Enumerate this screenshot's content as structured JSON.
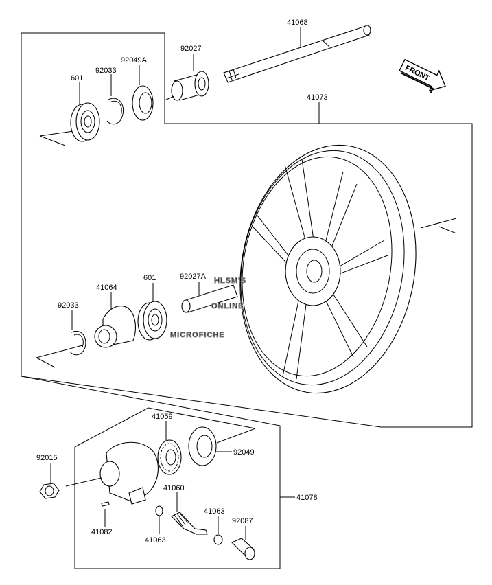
{
  "diagram": {
    "title": "",
    "direction_label": "FRONT",
    "watermark": [
      "HLSM'S",
      "ONLINE",
      "MICROFICHE"
    ],
    "parts": {
      "axle": "41068",
      "wheel": "41073",
      "collar_right": "92027",
      "seal_right": "92049A",
      "circlip_right": "92033",
      "bearing_right": "601",
      "collar_left": "92027A",
      "bearing_left": "601",
      "coupling": "41064",
      "circlip_left": "92033",
      "gear": "41059",
      "seal_gearbox": "92049",
      "nut": "92015",
      "gearbox_assy": "41078",
      "pinion": "41060",
      "washer_a": "41063",
      "washer_b": "41063",
      "bushing": "92087",
      "pin": "41082"
    }
  }
}
